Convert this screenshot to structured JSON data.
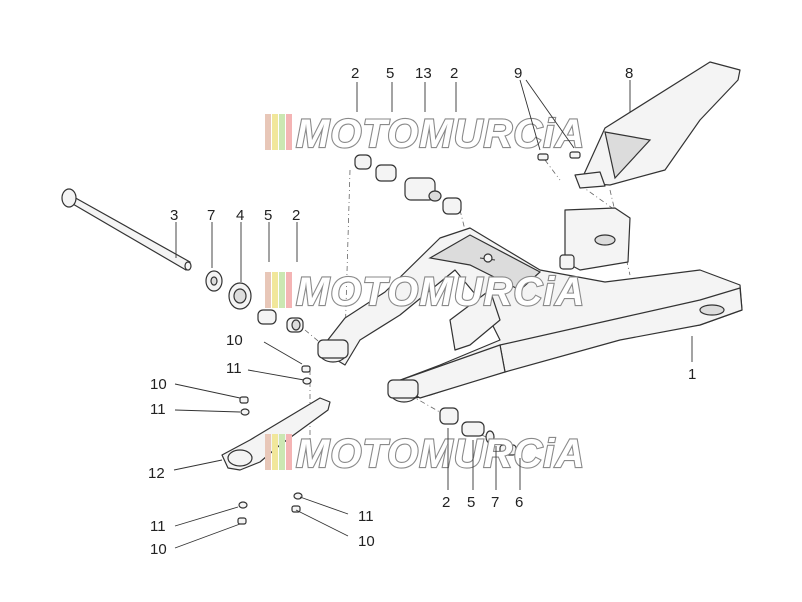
{
  "diagram": {
    "watermark": {
      "text": "MOTOMURCiA",
      "stripe_colors": [
        "#e8c7b8",
        "#f1e79b",
        "#cbe7b2",
        "#f4b4b4"
      ]
    },
    "callouts": {
      "c1": "1",
      "c2a": "2",
      "c2b": "2",
      "c2c": "2",
      "c2d": "2",
      "c3": "3",
      "c4": "4",
      "c5a": "5",
      "c5b": "5",
      "c5c": "5",
      "c6": "6",
      "c7a": "7",
      "c7b": "7",
      "c8": "8",
      "c9": "9",
      "c10a": "10",
      "c10b": "10",
      "c10c": "10",
      "c10d": "10",
      "c11a": "11",
      "c11b": "11",
      "c11c": "11",
      "c11d": "11",
      "c12": "12",
      "c13": "13"
    }
  }
}
